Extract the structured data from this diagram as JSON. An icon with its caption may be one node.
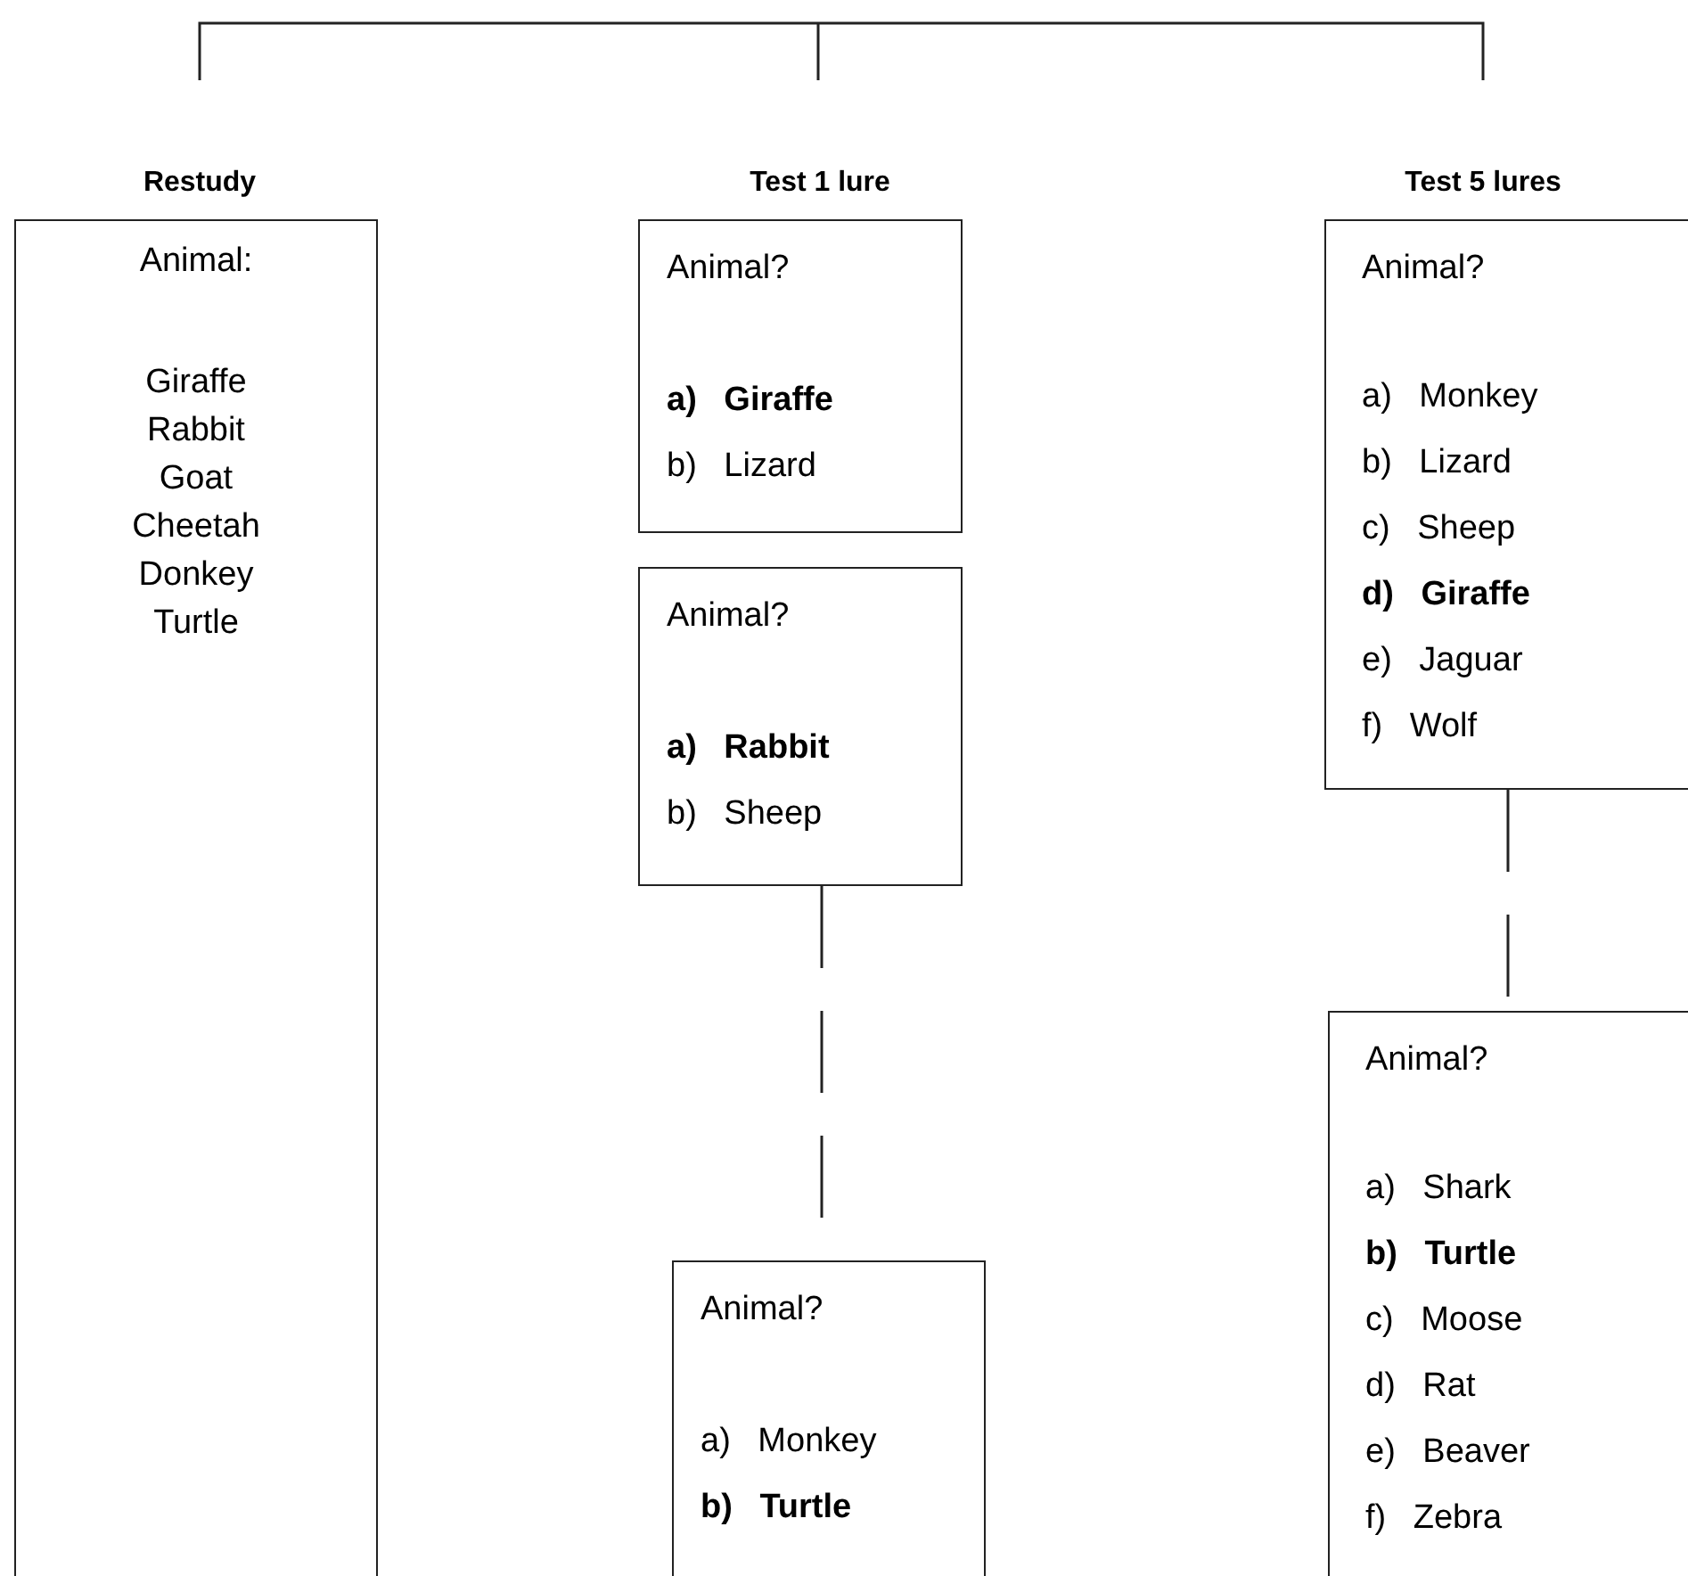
{
  "diagram": {
    "nodes": [
      {
        "text": [
          "Animal:",
          "Giraffe",
          "Rabbit",
          "Goat",
          "Cheetah",
          "Donkey",
          "Turtle"
        ]
      },
      {
        "text": [
          "Animal?",
          "a) Giraffe",
          "b) Lizard"
        ]
      },
      {
        "text": [
          "Animal?",
          "a) Rabbit",
          "b) Sheep"
        ]
      },
      {
        "text": [
          "Animal?",
          "a) Monkey",
          "b) Turtle"
        ]
      },
      {
        "text": [
          "Animal?",
          "a) Monkey",
          "b) Lizard",
          "c) Sheep",
          "d) Giraffe",
          "e) Jaguar",
          "f) Wolf"
        ]
      },
      {
        "text": [
          "Animal?",
          "a) Shark",
          "b) Turtle",
          "c) Moose",
          "d) Rat",
          "e) Beaver",
          "f) Zebra"
        ]
      }
    ],
    "edges": [
      {
        "from": 2,
        "to": 3,
        "arrow": "none",
        "style": "dashed"
      },
      {
        "from": 4,
        "to": 5,
        "arrow": "none",
        "style": "dashed"
      }
    ],
    "labels": [
      "Restudy",
      "Test 1 lure",
      "Test 5 lures"
    ]
  }
}
